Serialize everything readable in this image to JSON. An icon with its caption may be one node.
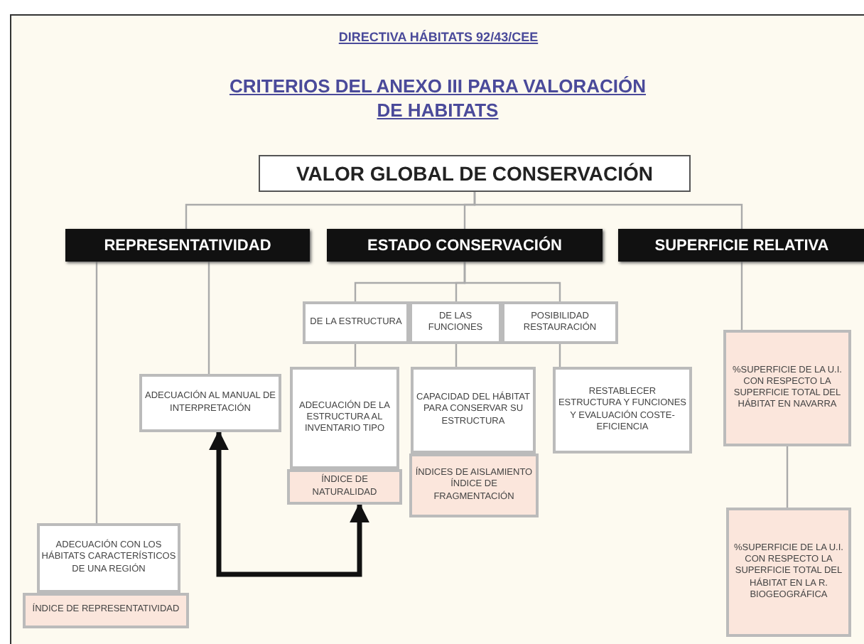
{
  "diagram": {
    "title": "CRITERIOS DEL ANEXO III PARA VALORACIÓN DE HABITATS",
    "nodes": [
      {
        "text": [
          "VALOR GLOBAL DE CONSERVACIÓN"
        ]
      },
      {
        "text": [
          "REPRESENTATIVIDAD"
        ]
      },
      {
        "text": [
          "ESTADO CONSERVACIÓN"
        ]
      },
      {
        "text": [
          "SUPERFICIE RELATIVA"
        ]
      },
      {
        "text": [
          "DE LA ESTRUCTURA"
        ]
      },
      {
        "text": [
          "DE LAS FUNCIONES"
        ]
      },
      {
        "text": [
          "POSIBILIDAD RESTAURACIÓN"
        ]
      },
      {
        "text": [
          "ADECUACIÓN AL MANUAL DE INTERPRETACIÓN"
        ]
      },
      {
        "text": [
          "ADECUACIÓN DE LA ESTRUCTURA AL INVENTARIO TIPO"
        ]
      },
      {
        "text": [
          "ÍNDICE DE NATURALIDAD"
        ]
      },
      {
        "text": [
          "CAPACIDAD DEL HÁBITAT PARA CONSERVAR SU ESTRUCTURA"
        ]
      },
      {
        "text": [
          "ÍNDICES DE AISLAMIENTO ÍNDICE DE FRAGMENTACIÓN"
        ]
      },
      {
        "text": [
          "RESTABLECER ESTRUCTURA Y FUNCIONES Y EVALUACIÓN COSTE-EFICIENCIA"
        ]
      },
      {
        "text": [
          "%SUPERFICIE DE LA U.I. CON RESPECTO LA SUPERFICIE TOTAL DEL HÁBITAT EN NAVARRA"
        ]
      },
      {
        "text": [
          "%SUPERFICIE DE LA U.I. CON RESPECTO LA SUPERFICIE TOTAL DEL HÁBITAT EN LA R. BIOGEOGRÁFICA"
        ]
      },
      {
        "text": [
          "ADECUACIÓN CON LOS HÁBITATS CARACTERÍSTICOS DE UNA REGIÓN"
        ]
      },
      {
        "text": [
          "ÍNDICE DE REPRESENTATIVIDAD"
        ]
      }
    ],
    "edges": [
      {
        "from": 0,
        "to": 1,
        "arrow": "none"
      },
      {
        "from": 0,
        "to": 2,
        "arrow": "none"
      },
      {
        "from": 0,
        "to": 3,
        "arrow": "none"
      },
      {
        "from": 1,
        "to": 15,
        "arrow": "none"
      },
      {
        "from": 1,
        "to": 7,
        "arrow": "none"
      },
      {
        "from": 2,
        "to": 4,
        "arrow": "none"
      },
      {
        "from": 2,
        "to": 5,
        "arrow": "none"
      },
      {
        "from": 2,
        "to": 6,
        "arrow": "none"
      },
      {
        "from": 4,
        "to": 8,
        "arrow": "none"
      },
      {
        "from": 5,
        "to": 10,
        "arrow": "none"
      },
      {
        "from": 6,
        "to": 12,
        "arrow": "none"
      },
      {
        "from": 3,
        "to": 13,
        "arrow": "none"
      },
      {
        "from": 13,
        "to": 14,
        "arrow": "none"
      },
      {
        "from": 7,
        "to": 9,
        "arrow": "both",
        "style": "thick",
        "color": "#111111"
      }
    ],
    "labels": [
      "DIRECTIVA HÁBITATS 92/43/CEE"
    ]
  }
}
